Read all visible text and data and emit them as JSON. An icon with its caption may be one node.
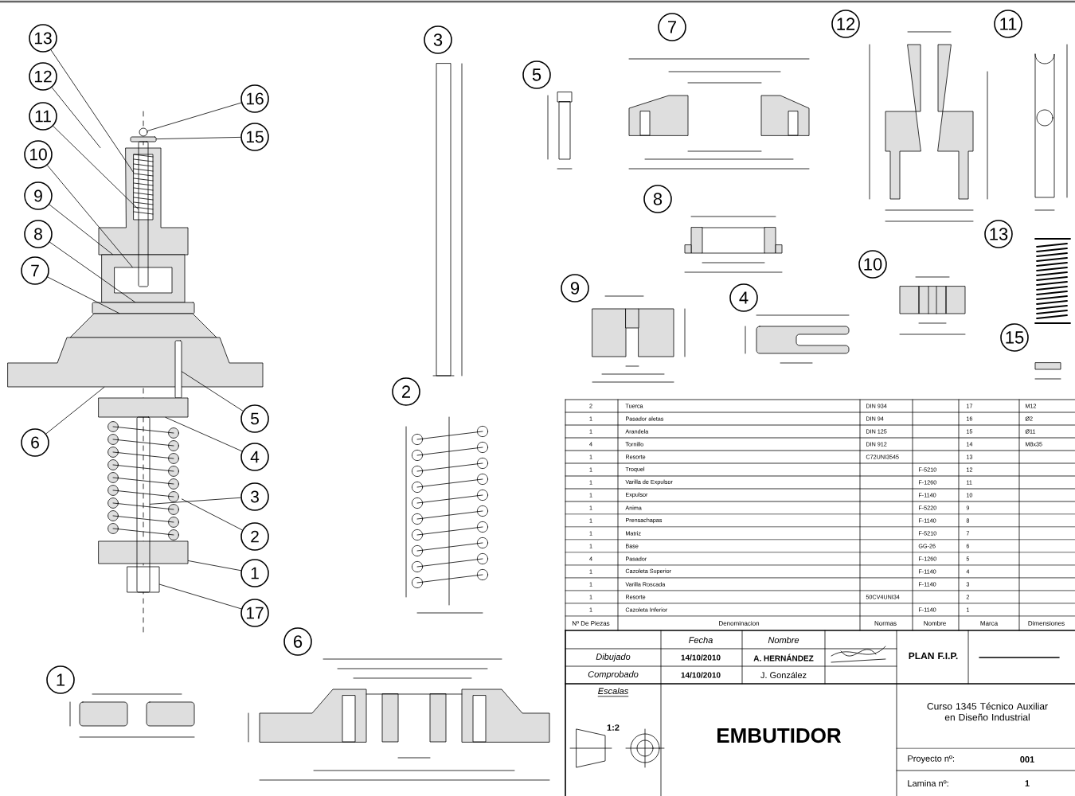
{
  "diagram": {
    "nodes": [
      {
        "text": [
          "13"
        ]
      },
      {
        "text": [
          "12"
        ]
      },
      {
        "text": [
          "11"
        ]
      },
      {
        "text": [
          "10"
        ]
      },
      {
        "text": [
          "9"
        ]
      },
      {
        "text": [
          "8"
        ]
      },
      {
        "text": [
          "7"
        ]
      },
      {
        "text": [
          "6"
        ]
      },
      {
        "text": [
          "16"
        ]
      },
      {
        "text": [
          "15"
        ]
      },
      {
        "text": [
          "5"
        ]
      },
      {
        "text": [
          "4"
        ]
      },
      {
        "text": [
          "3"
        ]
      },
      {
        "text": [
          "2"
        ]
      },
      {
        "text": [
          "1"
        ]
      },
      {
        "text": [
          "17"
        ]
      },
      {
        "text": [],
        "shape": "picture"
      },
      {
        "text": [],
        "shape": "box",
        "in": 16
      },
      {
        "text": [],
        "shape": "bar"
      },
      {
        "text": [],
        "shape": "bar"
      },
      {
        "text": [],
        "shape": "circle"
      },
      {
        "text": [],
        "shape": "box"
      },
      {
        "text": [],
        "shape": "box",
        "in": 21
      },
      {
        "text": [],
        "shape": "bar"
      },
      {
        "text": [],
        "shape": "trapezoid"
      },
      {
        "text": [],
        "shape": "picture"
      },
      {
        "text": [],
        "shape": "bar"
      },
      {
        "text": [],
        "shape": "box"
      },
      {
        "text": [],
        "shape": "bar"
      },
      {
        "text": [],
        "shape": "picture"
      },
      {
        "text": [],
        "shape": "box"
      },
      {
        "text": [],
        "shape": "box"
      }
    ],
    "edges": [
      {
        "from": 0,
        "to": 17,
        "arrow": "none"
      },
      {
        "from": 1,
        "to": 16,
        "arrow": "none"
      },
      {
        "from": 2,
        "to": 18,
        "arrow": "none"
      },
      {
        "from": 3,
        "to": 22,
        "arrow": "none"
      },
      {
        "from": 4,
        "to": 21,
        "arrow": "none"
      },
      {
        "from": 5,
        "to": 23,
        "arrow": "none"
      },
      {
        "from": 6,
        "to": 24,
        "arrow": "none"
      },
      {
        "from": 7,
        "to": 25,
        "arrow": "none"
      },
      {
        "from": 8,
        "to": 20,
        "arrow": "none"
      },
      {
        "from": 9,
        "to": 19,
        "arrow": "none"
      },
      {
        "from": 10,
        "to": 26,
        "arrow": "none"
      },
      {
        "from": 11,
        "to": 27,
        "arrow": "none"
      },
      {
        "from": 12,
        "to": 28,
        "arrow": "none"
      },
      {
        "from": 13,
        "to": 29,
        "arrow": "none"
      },
      {
        "from": 14,
        "to": 30,
        "arrow": "none"
      },
      {
        "from": 15,
        "to": 31,
        "arrow": "none"
      }
    ],
    "labels": [
      "3",
      "5",
      "7",
      "12",
      "11",
      "8",
      "9",
      "4",
      "10",
      "13",
      "15",
      "2",
      "6",
      "1",
      "2",
      "Tuerca",
      "DIN 934",
      "17",
      "M12",
      "1",
      "Pasador aletas",
      "DIN 94",
      "16",
      "Ø2",
      "1",
      "Arandela",
      "DIN 125",
      "15",
      "Ø11",
      "4",
      "Tornillo",
      "DIN 912",
      "14",
      "M8x35",
      "1",
      "Resorte",
      "C72UNI3545",
      "13",
      "1",
      "Troquel",
      "F-5210",
      "12",
      "1",
      "Varilla de Expulsor",
      "F-1260",
      "11",
      "1",
      "Expulsor",
      "F-1140",
      "10",
      "1",
      "Anima",
      "F-5220",
      "9",
      "1",
      "Prensachapas",
      "F-1140",
      "8",
      "1",
      "Matriz",
      "F-5210",
      "7",
      "1",
      "Base",
      "GG-26",
      "6",
      "4",
      "Pasador",
      "F-1260",
      "5",
      "1",
      "Cazoleta Superior",
      "F-1140",
      "4",
      "1",
      "Varilla Roscada",
      "F-1140",
      "3",
      "1",
      "Resorte",
      "50CV4UNI34",
      "2",
      "1",
      "Cazoleta Inferior",
      "F-1140",
      "1",
      "Nº De Piezas",
      "Denominacion",
      "Normas",
      "Nombre",
      "Marca",
      "Dimensiones",
      "Fecha",
      "Nombre",
      "Dibujado",
      "14/10/2010",
      "A. HERNÁNDEZ",
      "PLAN F.I.P.",
      "Comprobado",
      "14/10/2010",
      "J. González",
      "Escalas",
      "1:2",
      "EMBUTIDOR",
      "Curso 1345 Técnico Auxiliar en Diseño Industrial",
      "Proyecto nº:",
      "001",
      "Lamina nº:",
      "1"
    ]
  }
}
